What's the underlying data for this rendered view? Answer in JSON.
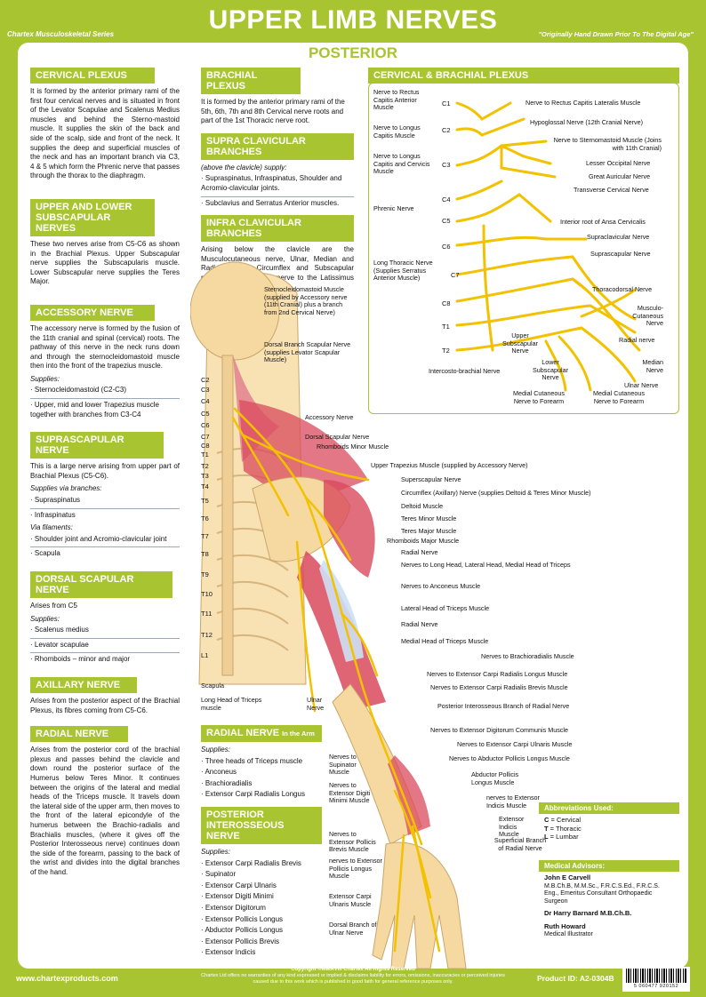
{
  "header": {
    "series": "Chartex Musculoskeletal Series",
    "title": "UPPER LIMB NERVES",
    "tagline": "\"Originally Hand Drawn Prior To The Digital Age\"",
    "subtitle": "POSTERIOR"
  },
  "colors": {
    "accent": "#a8c531",
    "nerve": "#f2c200",
    "muscle": "#d94a5c",
    "bone": "#f5d9a0"
  },
  "left": {
    "cervical": {
      "title": "CERVICAL PLEXUS",
      "text": "It is formed by the anterior primary rami of the first four cervical nerves and is situated in front of the Levator Scapulae and Scalenus Medius muscles and behind the Sterno-mastoid muscle. It supplies the skin of the back and side of the scalp, side and front of the neck. It supplies the deep and superficial muscles of the neck and has an important branch via C3, 4 & 5 which form the Phrenic nerve that passes through the thorax to the diaphragm."
    },
    "subscapular": {
      "title": "UPPER AND LOWER SUBSCAPULAR NERVES",
      "text": "These two nerves arise from C5-C6 as shown in the Brachial Plexus. Upper Subscapular nerve supplies the Subscapularis muscle. Lower Subscapular nerve supplies the Teres Major."
    },
    "accessory": {
      "title": "ACCESSORY NERVE",
      "text": "The accessory nerve is formed by the fusion of the 11th cranial and spinal (cervical) roots. The pathway of this nerve in the neck runs down and through the sternocleidomastoid muscle then into the front of the trapezius muscle.",
      "supplies": "Supplies:",
      "items": [
        "Sternocleidomastoid (C2-C3)",
        "Upper, mid and lower Trapezius muscle together with branches from C3-C4"
      ]
    },
    "suprascapular": {
      "title": "SUPRASCAPULAR NERVE",
      "text": "This is a large nerve arising from upper part of Brachial Plexus (C5-C6).",
      "supplies": "Supplies via branches:",
      "items": [
        "Supraspinatus",
        "Infraspinatus"
      ],
      "via": "Via filaments:",
      "items2": [
        "Shoulder joint and Acromio-clavicular joint",
        "Scapula"
      ]
    },
    "dorsal": {
      "title": "DORSAL SCAPULAR NERVE",
      "text": "Arises from C5",
      "supplies": "Supplies:",
      "items": [
        "Scalenus medius",
        "Levator scapulae",
        "Rhomboids – minor and major"
      ]
    },
    "axillary": {
      "title": "AXILLARY NERVE",
      "text": "Arises from the posterior aspect of the Brachial Plexus, its fibres coming from C5-C6."
    },
    "radial": {
      "title": "RADIAL NERVE",
      "text": "Arises from the posterior cord of the brachial plexus and passes behind the clavicle and down round the posterior surface of the Humerus below Teres Minor. It continues between the origins of the lateral and medial heads of the Triceps muscle. It travels down the lateral side of the upper arm, then moves to the front of the lateral epicondyle of the humerus between the Brachio-radialis and Brachialis muscles, (where it gives off the Posterior Interosseous nerve) continues down the side of the forearm, passing to the back of the wrist and divides into the digital branches of the hand."
    }
  },
  "middle": {
    "brachial": {
      "title": "BRACHIAL PLEXUS",
      "text": "It is formed by the anterior primary rami of the 5th, 6th, 7th and 8th Cervical nerve roots and part of the 1st Thoracic nerve root."
    },
    "supra": {
      "title": "SUPRA CLAVICULAR BRANCHES",
      "intro": "(above the clavicle) supply:",
      "items": [
        "Supraspinatus, Infraspinatus, Shoulder and Acromio-clavicular joints.",
        "Subclavius and Serratus Anterior muscles."
      ]
    },
    "infra": {
      "title": "INFRA CLAVICULAR BRANCHES",
      "text": "Arising below the clavicle are the Musculocutaneous nerve, Ulnar, Median and Radial nerves, Circumflex and Subscapular nerves as well as the nerve to the Latissimus Dorsi muscle."
    },
    "radial_arm": {
      "title": "RADIAL NERVE",
      "title_small": "In the Arm",
      "supplies": "Supplies:",
      "items": [
        "Three heads of Triceps muscle",
        "Anconeus",
        "Brachioradialis",
        "Extensor Carpi Radialis Longus"
      ]
    },
    "posterior": {
      "title": "POSTERIOR INTEROSSEOUS NERVE",
      "supplies": "Supplies:",
      "items": [
        "Extensor Carpi Radialis Brevis",
        "Supinator",
        "Extensor Carpi Ulnaris",
        "Extensor Digiti Minimi",
        "Extensor Digitorum",
        "Extensor Pollicis Longus",
        "Abductor Pollicis Longus",
        "Extensor Pollicis Brevis",
        "Extensor Indicis"
      ]
    }
  },
  "plexus": {
    "title": "CERVICAL & BRACHIAL PLEXUS",
    "roots": [
      "C1",
      "C2",
      "C3",
      "C4",
      "C5",
      "C6",
      "C7",
      "C8",
      "T1",
      "T2"
    ],
    "left_labels": [
      "Nerve to Rectus Capitis Anterior Muscle",
      "Nerve to Longus Capitis Muscle",
      "Nerve to Longus Capitis and Cervicis Muscle",
      "Phrenic Nerve",
      "Long Thoracic Nerve (Supplies Serratus Anterior Muscle)",
      "Intercosto-brachial Nerve"
    ],
    "right_labels": [
      "Nerve to Rectus Capitis Lateralis Muscle",
      "Hypoglossal Nerve (12th Cranial Nerve)",
      "Nerve to Sternomastoid Muscle (Joins with 11th Cranial)",
      "Lesser Occipital Nerve",
      "Great Auricular Nerve",
      "Transverse Cervical Nerve",
      "Interior root of Ansa Cervicalis",
      "Supraclavicular Nerve",
      "Suprascapular Nerve",
      "Thoracodorsal Nerve",
      "Musculo-Cutaneous Nerve",
      "Radial nerve",
      "Median Nerve",
      "Ulnar Nerve"
    ],
    "bottom_labels": [
      "Upper Subscapular Nerve",
      "Lower Subscapular Nerve",
      "Medial Cutaneous Nerve to Forearm",
      "Medial Cutaneous Nerve to Forearm"
    ]
  },
  "body": {
    "spine": [
      "C2",
      "C3",
      "C4",
      "C5",
      "C6",
      "C7",
      "C8",
      "T1",
      "T2",
      "T3",
      "T4",
      "T5",
      "T6",
      "T7",
      "T8",
      "T9",
      "T10",
      "T11",
      "T12",
      "L1"
    ],
    "left_labels": [
      "Scapula",
      "Long Head of Triceps muscle",
      "Ulnar Nerve"
    ],
    "top_labels": [
      "Sternocleidomastoid Muscle (supplied by Accessory nerve (11th Cranial) plus a branch from 2nd Cervical Nerve)",
      "Dorsal Branch Scapular Nerve (supplies Levator Scapular Muscle)"
    ],
    "right_labels": [
      "Accessory Nerve",
      "Dorsal Scapular Nerve",
      "Rhomboids Minor Muscle",
      "Upper Trapezius Muscle (supplied by Accessory Nerve)",
      "Superscapular Nerve",
      "Circumflex (Axillary) Nerve (supplies Deltoid & Teres Minor Muscle)",
      "Deltoid Muscle",
      "Teres Minor Muscle",
      "Teres Major Muscle",
      "Rhomboids Major Muscle",
      "Radial Nerve",
      "Nerves to Long Head, Lateral Head, Medial Head of Triceps",
      "Nerves to Anconeus Muscle",
      "Lateral Head of Triceps Muscle",
      "Radial Nerve",
      "Medial Head of Triceps Muscle",
      "Nerves to Brachioradialis Muscle",
      "Nerves to Extensor Carpi Radialis Longus Muscle",
      "Nerves to Extensor Carpi Radialis Brevis Muscle",
      "Posterior Interosseous Branch of Radial Nerve",
      "Nerves to Extensor Digitorum Communis Muscle",
      "Nerves to Extensor Carpi Ulnaris Muscle",
      "Nerves to Abductor Pollicis Longus Muscle",
      "Abductor Pollicis Longus Muscle",
      "nerves to Extensor Indicis Muscle",
      "Extensor Indicis Muscle",
      "Superficial Branch of Radial Nerve"
    ],
    "forearm_left_labels": [
      "Nerves to Supinator Muscle",
      "Nerves to Extensor Digiti Minimi Muscle",
      "Nerves to Extensor Pollicis Brevis Muscle",
      "nerves to Extensor Pollicis Longus Muscle",
      "Extensor Carpi Ulnaris Muscle",
      "Dorsal Branch of Ulnar Nerve"
    ]
  },
  "abbrev": {
    "title": "Abbreviations Used:",
    "items": [
      {
        "k": "C",
        "v": " = Cervical"
      },
      {
        "k": "T",
        "v": " = Thoracic"
      },
      {
        "k": "L",
        "v": " = Lumbar"
      }
    ]
  },
  "advisors": {
    "title": "Medical Advisors:",
    "people": [
      {
        "name": "John E Carvell",
        "detail": "M.B.Ch.B, M.M.Sc., F.R.C.S.Ed., F.R.C.S. Eng., Emeritus Consultant Orthopaedic Surgeon"
      },
      {
        "name": "Dr Harry Barnard M.B.Ch.B.",
        "detail": ""
      },
      {
        "name": "Ruth Howard",
        "detail": "Medical Illustrator"
      }
    ]
  },
  "footer": {
    "website": "www.chartexproducts.com",
    "copyright_title": "Copyright ©MMXVIII Chartex All Rights Reserved",
    "copyright_text": "Chartex Ltd offers no warranties of any kind expressed or implied & disclaims liability for errors, omissions, inaccuracies or perceived injuries caused due to this work which is published in good faith for general reference purposes only.",
    "product_id": "Product ID: A2-0304B",
    "barcode": "5 060477 920152"
  }
}
